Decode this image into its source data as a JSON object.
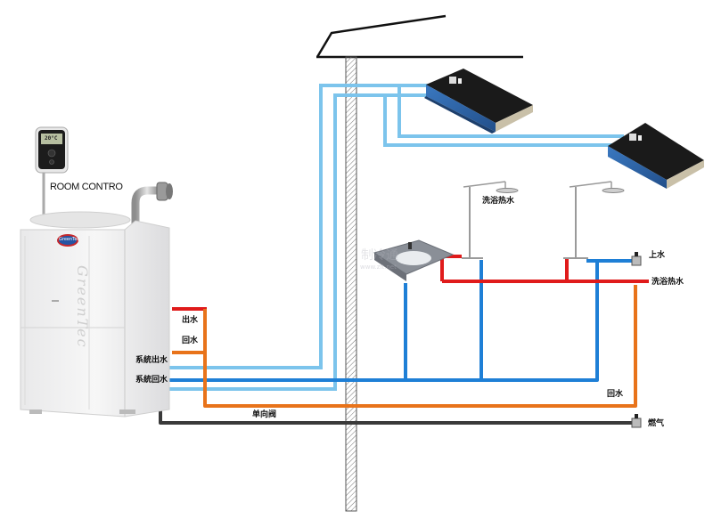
{
  "title": "Gas heat pump water heater installation schematic",
  "controller": {
    "label": "ROOM CONTRO",
    "screen_text": "20°C"
  },
  "unit": {
    "brand_badge": "GreenTec",
    "side_logo": "GreenTec"
  },
  "labels": {
    "outlet_water": "出水",
    "return_water": "回水",
    "system_outlet": "系統出水",
    "system_return": "系統回水",
    "check_valve": "单向阀",
    "bath_hot_water_shower": "洗浴热水",
    "cold_supply": "上水",
    "bath_hot_water_main": "洗浴热水",
    "return_main": "回水",
    "gas": "燃气"
  },
  "watermark": {
    "text": "制冷通",
    "sub": "www.zlt.net"
  },
  "colors": {
    "system_pipe": "#7cc4ec",
    "cold_pipe": "#1e7fd6",
    "hot_pipe": "#e01b1b",
    "return_pipe": "#e8731a",
    "gas_pipe": "#3a3a3a",
    "fan_coil": "#2f66a8"
  },
  "components": [
    {
      "id": "fan-coil-1",
      "name": "Ceiling fan coil unit"
    },
    {
      "id": "fan-coil-2",
      "name": "Ceiling fan coil unit"
    },
    {
      "id": "washbasin",
      "name": "Wash basin"
    },
    {
      "id": "shower-1",
      "name": "Shower"
    },
    {
      "id": "shower-2",
      "name": "Shower"
    },
    {
      "id": "heat-pump",
      "name": "Outdoor heat pump unit"
    },
    {
      "id": "room-controller",
      "name": "Room controller"
    }
  ]
}
